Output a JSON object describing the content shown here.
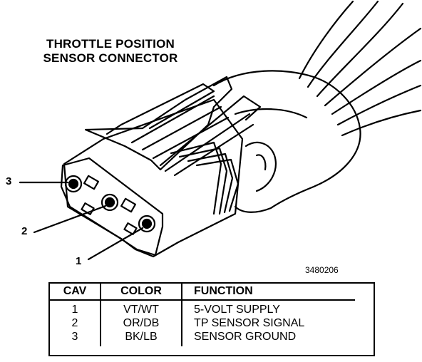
{
  "title": {
    "line1": "THROTTLE POSITION",
    "line2": "SENSOR CONNECTOR"
  },
  "pin_callouts": [
    "3",
    "2",
    "1"
  ],
  "figure_id": "3480206",
  "table": {
    "headers": {
      "cav": "CAV",
      "color": "COLOR",
      "function": "FUNCTION"
    },
    "rows": [
      {
        "cav": "1",
        "color": "VT/WT",
        "function": "5-VOLT SUPPLY"
      },
      {
        "cav": "2",
        "color": "OR/DB",
        "function": "TP SENSOR SIGNAL"
      },
      {
        "cav": "3",
        "color": "BK/LB",
        "function": "SENSOR GROUND"
      }
    ]
  }
}
